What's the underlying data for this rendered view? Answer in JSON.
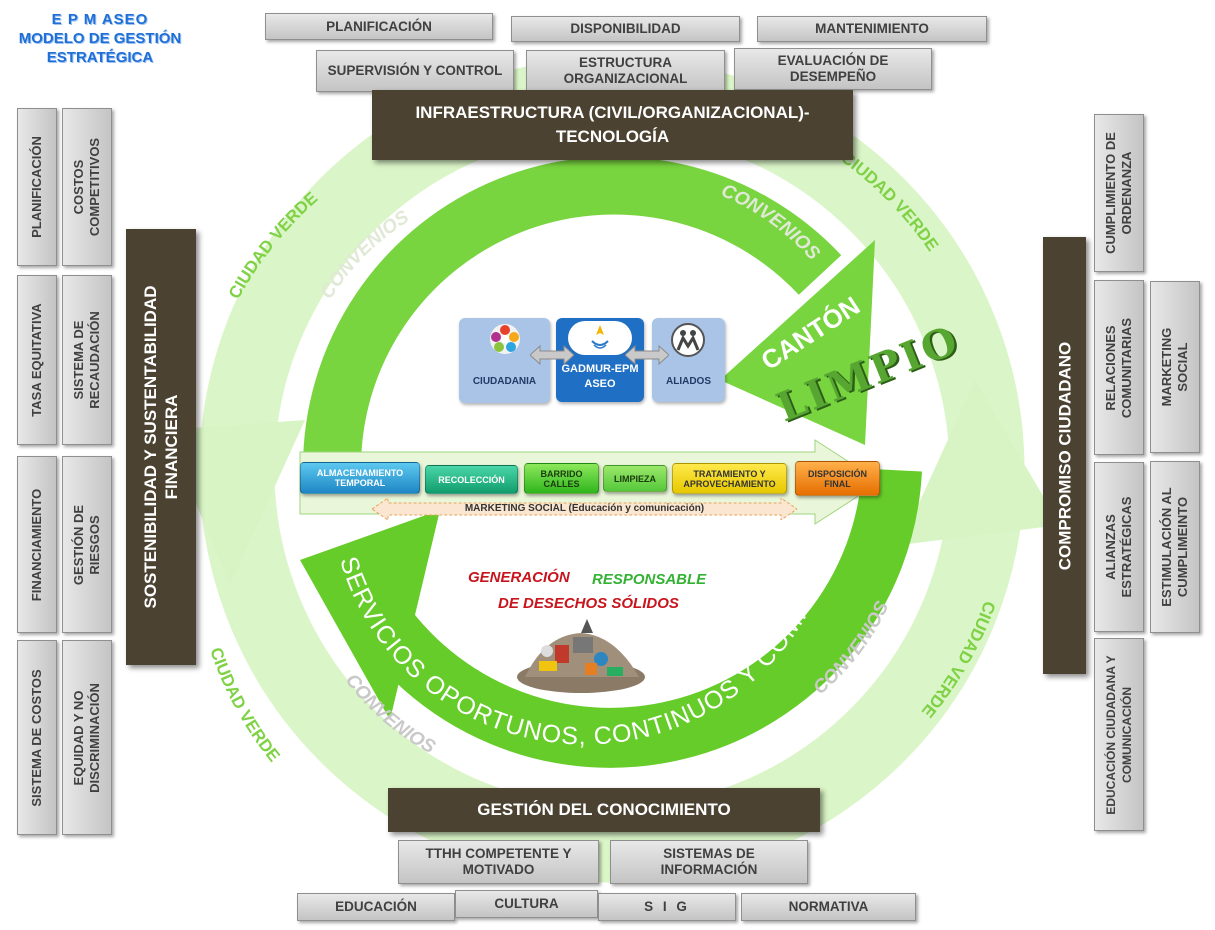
{
  "title": {
    "line1": "E P M   ASEO",
    "line2": "MODELO DE GESTIÓN",
    "line3": "ESTRATÉGICA"
  },
  "top_row1": [
    "PLANIFICACIÓN",
    "DISPONIBILIDAD",
    "MANTENIMIENTO"
  ],
  "top_row2": [
    "SUPERVISIÓN Y CONTROL",
    "ESTRUCTURA ORGANIZACIONAL",
    "EVALUACIÓN DE DESEMPEÑO"
  ],
  "top_header": {
    "line1": "INFRAESTRUCTURA (CIVIL/ORGANIZACIONAL)-",
    "line2": "TECNOLOGÍA"
  },
  "left_outer": [
    "PLANIFICACIÓN",
    "TASA EQUITATIVA",
    "FINANCIAMIENTO",
    "SISTEMA DE COSTOS"
  ],
  "left_inner": [
    "COSTOS COMPETITIVOS",
    "SISTEMA DE RECAUDACIÓN",
    "GESTIÓN DE RIESGOS",
    "EQUIDAD Y NO DISCRIMINACIÓN"
  ],
  "left_header": {
    "line1": "SOSTENIBILIDAD Y SUSTENTABILIDAD",
    "line2": "FINANCIERA"
  },
  "right_inner": [
    "CUMPLIMIENTO DE ORDENANZA",
    "RELACIONES COMUNITARIAS",
    "ALIANZAS ESTRATÉGICAS",
    "EDUCACIÓN CIUDADANA Y COMUNICACIÓN"
  ],
  "right_outer": [
    "MARKETING SOCIAL",
    "ESTIMULACIÓN AL CUMPLIMEINTO"
  ],
  "right_header": "COMPROMISO CIUDADANO",
  "bottom_header": "GESTIÓN DEL CONOCIMIENTO",
  "bottom_row1": [
    "TTHH COMPETENTE Y MOTIVADO",
    "SISTEMAS DE INFORMACIÓN"
  ],
  "bottom_row2": [
    "EDUCACIÓN",
    "CULTURA",
    "S I G",
    "NORMATIVA"
  ],
  "ring": {
    "ciudad_verde": "CIUDAD VERDE",
    "convenios": "CONVENIOS"
  },
  "center": {
    "logos": [
      "CIUDADANIA",
      "GADMUR-EPM ASEO",
      "ALIADOS"
    ],
    "canton": "CANTÓN",
    "limpio": "LIMPIO",
    "process": [
      "ALMACENAMIENTO TEMPORAL",
      "RECOLECCIÓN",
      "BARRIDO CALLES",
      "LIMPIEZA",
      "TRATAMIENTO Y APROVECHAMIENTO",
      "DISPOSICIÓN FINAL"
    ],
    "marketing": "MARKETING SOCIAL (Educación y comunicación)",
    "generacion": "GENERACIÓN",
    "responsable": "RESPONSABLE",
    "desechos": "DE DESECHOS SÓLIDOS",
    "servicios": "SERVICIOS OPORTUNOS, CONTINUOS Y COMPLETOS"
  },
  "colors": {
    "dark_header": "#4b4232",
    "ring_light": "#d5f3bf",
    "ring_mid": "#78d640",
    "ring_dark": "#5cc41c",
    "title_blue": "#1f6fd6",
    "logo_blue": "#a9c4e6",
    "logo_dark": "#1f6fc4"
  },
  "icons": [
    "ciudadania-logo-icon",
    "gadmur-logo-icon",
    "aliados-logo-icon",
    "waste-pile-icon",
    "limpio-mascot-icon",
    "double-arrow-icon"
  ]
}
